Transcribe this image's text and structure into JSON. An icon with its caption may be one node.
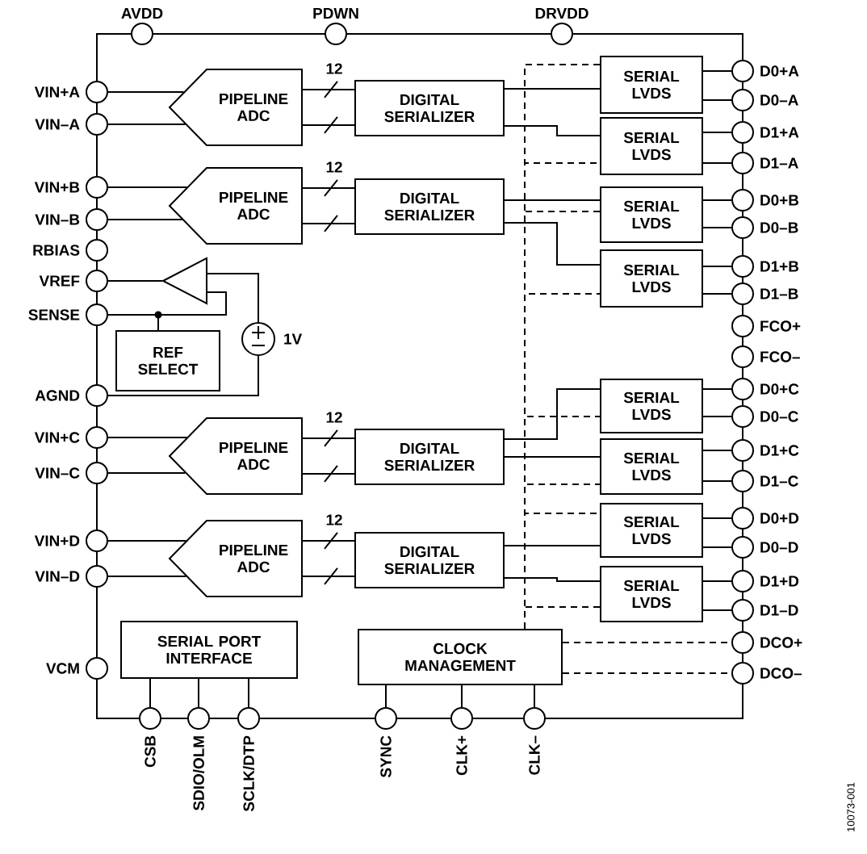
{
  "diagram": {
    "nodes": [
      {
        "text": [],
        "shape": "circle",
        "beside": [
          "AVDD"
        ]
      },
      {
        "text": [],
        "shape": "circle",
        "beside": [
          "PDWN"
        ]
      },
      {
        "text": [],
        "shape": "circle",
        "beside": [
          "DRVDD"
        ]
      },
      {
        "text": [],
        "shape": "circle",
        "beside": [
          "VIN+A"
        ]
      },
      {
        "text": [],
        "shape": "circle",
        "beside": [
          "VIN–A"
        ]
      },
      {
        "text": [],
        "shape": "circle",
        "beside": [
          "VIN+B"
        ]
      },
      {
        "text": [],
        "shape": "circle",
        "beside": [
          "VIN–B"
        ]
      },
      {
        "text": [],
        "shape": "circle",
        "beside": [
          "RBIAS"
        ]
      },
      {
        "text": [],
        "shape": "circle",
        "beside": [
          "VREF"
        ]
      },
      {
        "text": [],
        "shape": "circle",
        "beside": [
          "SENSE"
        ]
      },
      {
        "text": [],
        "shape": "circle",
        "beside": [
          "AGND"
        ]
      },
      {
        "text": [],
        "shape": "circle",
        "beside": [
          "VIN+C"
        ]
      },
      {
        "text": [],
        "shape": "circle",
        "beside": [
          "VIN–C"
        ]
      },
      {
        "text": [],
        "shape": "circle",
        "beside": [
          "VIN+D"
        ]
      },
      {
        "text": [],
        "shape": "circle",
        "beside": [
          "VIN–D"
        ]
      },
      {
        "text": [],
        "shape": "circle",
        "beside": [
          "VCM"
        ]
      },
      {
        "text": [
          "PIPELINE ADC"
        ]
      },
      {
        "text": [
          "DIGITAL SERIALIZER"
        ]
      },
      {
        "text": [
          "SERIAL LVDS"
        ]
      },
      {
        "text": [
          "SERIAL LVDS"
        ]
      },
      {
        "text": [
          "PIPELINE ADC"
        ]
      },
      {
        "text": [
          "DIGITAL SERIALIZER"
        ]
      },
      {
        "text": [
          "SERIAL LVDS"
        ]
      },
      {
        "text": [
          "SERIAL LVDS"
        ]
      },
      {
        "text": [],
        "shape": "triangle"
      },
      {
        "text": [],
        "shape": "circle",
        "beside": [
          "1V"
        ]
      },
      {
        "text": [
          "REF SELECT"
        ]
      },
      {
        "text": [
          "PIPELINE ADC"
        ]
      },
      {
        "text": [
          "DIGITAL SERIALIZER"
        ]
      },
      {
        "text": [
          "SERIAL LVDS"
        ]
      },
      {
        "text": [
          "SERIAL LVDS"
        ]
      },
      {
        "text": [
          "PIPELINE ADC"
        ]
      },
      {
        "text": [
          "DIGITAL SERIALIZER"
        ]
      },
      {
        "text": [
          "SERIAL LVDS"
        ]
      },
      {
        "text": [
          "SERIAL LVDS"
        ]
      },
      {
        "text": [
          "SERIAL PORT INTERFACE"
        ]
      },
      {
        "text": [
          "CLOCK MANAGEMENT"
        ]
      },
      {
        "text": [],
        "shape": "circle",
        "beside": [
          "D0+A"
        ]
      },
      {
        "text": [],
        "shape": "circle",
        "beside": [
          "D0–A"
        ]
      },
      {
        "text": [],
        "shape": "circle",
        "beside": [
          "D1+A"
        ]
      },
      {
        "text": [],
        "shape": "circle",
        "beside": [
          "D1–A"
        ]
      },
      {
        "text": [],
        "shape": "circle",
        "beside": [
          "D0+B"
        ]
      },
      {
        "text": [],
        "shape": "circle",
        "beside": [
          "D0–B"
        ]
      },
      {
        "text": [],
        "shape": "circle",
        "beside": [
          "D1+B"
        ]
      },
      {
        "text": [],
        "shape": "circle",
        "beside": [
          "D1–B"
        ]
      },
      {
        "text": [],
        "shape": "circle",
        "beside": [
          "FCO+"
        ]
      },
      {
        "text": [],
        "shape": "circle",
        "beside": [
          "FCO–"
        ]
      },
      {
        "text": [],
        "shape": "circle",
        "beside": [
          "D0+C"
        ]
      },
      {
        "text": [],
        "shape": "circle",
        "beside": [
          "D0–C"
        ]
      },
      {
        "text": [],
        "shape": "circle",
        "beside": [
          "D1+C"
        ]
      },
      {
        "text": [],
        "shape": "circle",
        "beside": [
          "D1–C"
        ]
      },
      {
        "text": [],
        "shape": "circle",
        "beside": [
          "D0+D"
        ]
      },
      {
        "text": [],
        "shape": "circle",
        "beside": [
          "D0–D"
        ]
      },
      {
        "text": [],
        "shape": "circle",
        "beside": [
          "D1+D"
        ]
      },
      {
        "text": [],
        "shape": "circle",
        "beside": [
          "D1–D"
        ]
      },
      {
        "text": [],
        "shape": "circle",
        "beside": [
          "DCO+"
        ]
      },
      {
        "text": [],
        "shape": "circle",
        "beside": [
          "DCO–"
        ]
      },
      {
        "text": [],
        "shape": "circle",
        "beside": [
          "CSB"
        ]
      },
      {
        "text": [],
        "shape": "circle",
        "beside": [
          "SDIO/OLM"
        ]
      },
      {
        "text": [],
        "shape": "circle",
        "beside": [
          "SCLK/DTP"
        ]
      },
      {
        "text": [],
        "shape": "circle",
        "beside": [
          "SYNC"
        ]
      },
      {
        "text": [],
        "shape": "circle",
        "beside": [
          "CLK+"
        ]
      },
      {
        "text": [],
        "shape": "circle",
        "beside": [
          "CLK–"
        ]
      }
    ],
    "edges": [
      {
        "from": 3,
        "to": 16,
        "arrow": "none"
      },
      {
        "from": 4,
        "to": 16,
        "arrow": "none"
      },
      {
        "from": 5,
        "to": 20,
        "arrow": "none"
      },
      {
        "from": 6,
        "to": 20,
        "arrow": "none"
      },
      {
        "from": 11,
        "to": 27,
        "arrow": "none"
      },
      {
        "from": 12,
        "to": 27,
        "arrow": "none"
      },
      {
        "from": 13,
        "to": 31,
        "arrow": "none"
      },
      {
        "from": 14,
        "to": 31,
        "arrow": "none"
      },
      {
        "from": 16,
        "to": 17,
        "arrow": "none",
        "label": "12"
      },
      {
        "from": 16,
        "to": 17,
        "arrow": "none"
      },
      {
        "from": 20,
        "to": 21,
        "arrow": "none",
        "label": "12"
      },
      {
        "from": 20,
        "to": 21,
        "arrow": "none"
      },
      {
        "from": 27,
        "to": 28,
        "arrow": "none",
        "label": "12"
      },
      {
        "from": 27,
        "to": 28,
        "arrow": "none"
      },
      {
        "from": 31,
        "to": 32,
        "arrow": "none",
        "label": "12"
      },
      {
        "from": 31,
        "to": 32,
        "arrow": "none"
      },
      {
        "from": 17,
        "to": 18,
        "arrow": "none"
      },
      {
        "from": 17,
        "to": 19,
        "arrow": "none"
      },
      {
        "from": 21,
        "to": 22,
        "arrow": "none"
      },
      {
        "from": 21,
        "to": 23,
        "arrow": "none"
      },
      {
        "from": 28,
        "to": 29,
        "arrow": "none"
      },
      {
        "from": 28,
        "to": 30,
        "arrow": "none"
      },
      {
        "from": 32,
        "to": 33,
        "arrow": "none"
      },
      {
        "from": 32,
        "to": 34,
        "arrow": "none"
      },
      {
        "from": 18,
        "to": 37,
        "arrow": "none"
      },
      {
        "from": 18,
        "to": 38,
        "arrow": "none"
      },
      {
        "from": 19,
        "to": 39,
        "arrow": "none"
      },
      {
        "from": 19,
        "to": 40,
        "arrow": "none"
      },
      {
        "from": 22,
        "to": 41,
        "arrow": "none"
      },
      {
        "from": 22,
        "to": 42,
        "arrow": "none"
      },
      {
        "from": 23,
        "to": 43,
        "arrow": "none"
      },
      {
        "from": 23,
        "to": 44,
        "arrow": "none"
      },
      {
        "from": 29,
        "to": 47,
        "arrow": "none"
      },
      {
        "from": 29,
        "to": 48,
        "arrow": "none"
      },
      {
        "from": 30,
        "to": 49,
        "arrow": "none"
      },
      {
        "from": 30,
        "to": 50,
        "arrow": "none"
      },
      {
        "from": 33,
        "to": 51,
        "arrow": "none"
      },
      {
        "from": 33,
        "to": 52,
        "arrow": "none"
      },
      {
        "from": 34,
        "to": 53,
        "arrow": "none"
      },
      {
        "from": 34,
        "to": 54,
        "arrow": "none"
      },
      {
        "from": 36,
        "to": 18,
        "arrow": "none",
        "style": "dashed"
      },
      {
        "from": 36,
        "to": 19,
        "arrow": "none",
        "style": "dashed"
      },
      {
        "from": 36,
        "to": 22,
        "arrow": "none",
        "style": "dashed"
      },
      {
        "from": 36,
        "to": 23,
        "arrow": "none",
        "style": "dashed"
      },
      {
        "from": 36,
        "to": 29,
        "arrow": "none",
        "style": "dashed"
      },
      {
        "from": 36,
        "to": 30,
        "arrow": "none",
        "style": "dashed"
      },
      {
        "from": 36,
        "to": 33,
        "arrow": "none",
        "style": "dashed"
      },
      {
        "from": 36,
        "to": 34,
        "arrow": "none",
        "style": "dashed"
      },
      {
        "from": 36,
        "to": 55,
        "arrow": "none",
        "style": "dashed"
      },
      {
        "from": 36,
        "to": 56,
        "arrow": "none",
        "style": "dashed"
      },
      {
        "from": 57,
        "to": 35,
        "arrow": "none"
      },
      {
        "from": 58,
        "to": 35,
        "arrow": "none"
      },
      {
        "from": 59,
        "to": 35,
        "arrow": "none"
      },
      {
        "from": 60,
        "to": 36,
        "arrow": "none"
      },
      {
        "from": 61,
        "to": 36,
        "arrow": "none"
      },
      {
        "from": 62,
        "to": 36,
        "arrow": "none"
      },
      {
        "from": 8,
        "to": 24,
        "arrow": "none"
      },
      {
        "from": 25,
        "to": 24,
        "arrow": "none"
      },
      {
        "from": 9,
        "to": 24,
        "arrow": "none"
      },
      {
        "from": 9,
        "to": 26,
        "arrow": "none"
      },
      {
        "from": 10,
        "to": 25,
        "arrow": "none"
      }
    ],
    "labels": [
      "10073-001"
    ]
  }
}
